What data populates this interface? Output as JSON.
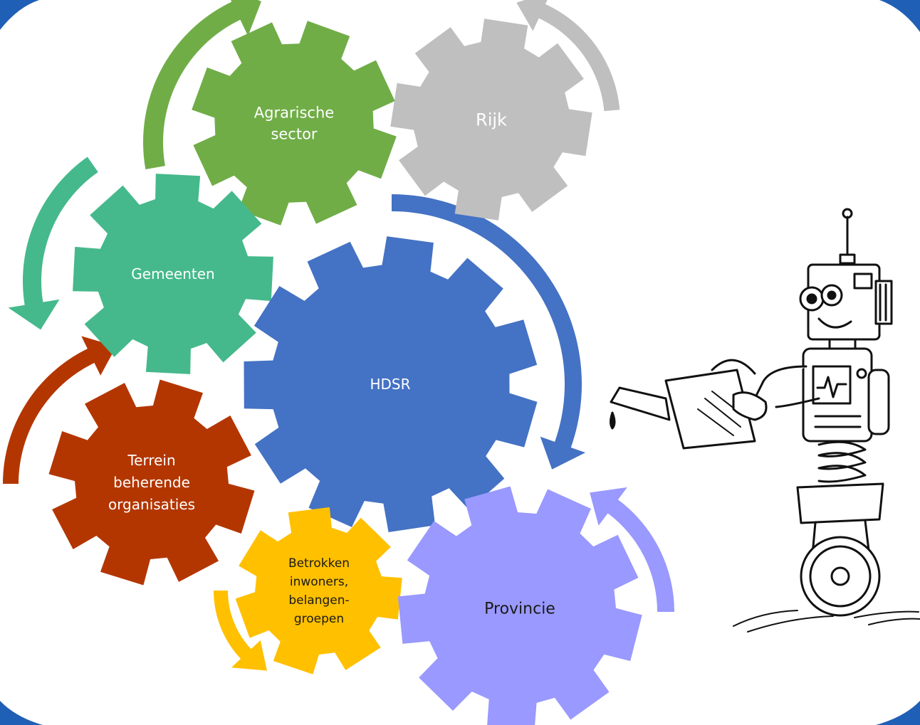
{
  "colors": {
    "hdsr": "#4472C4",
    "agrarisch": "#70AD47",
    "rijk": "#BFBFBF",
    "gemeenten": "#45B98C",
    "terrein": "#B33600",
    "betrokken": "#FFC000",
    "provincie": "#9999FF",
    "frame": "#1F5FB5"
  },
  "gears": {
    "hdsr": {
      "lines": [
        "HDSR"
      ]
    },
    "agrarisch": {
      "lines": [
        "Agrarische",
        "sector"
      ]
    },
    "rijk": {
      "lines": [
        "Rijk"
      ]
    },
    "gemeenten": {
      "lines": [
        "Gemeenten"
      ]
    },
    "terrein": {
      "lines": [
        "Terrein",
        "beherende",
        "organisaties"
      ]
    },
    "betrokken": {
      "lines": [
        "Betrokken",
        "inwoners,",
        "belangen-",
        "groepen"
      ]
    },
    "provincie": {
      "lines": [
        "Provincie"
      ]
    }
  },
  "illustration": {
    "icon": "robot-watering-can-icon"
  }
}
